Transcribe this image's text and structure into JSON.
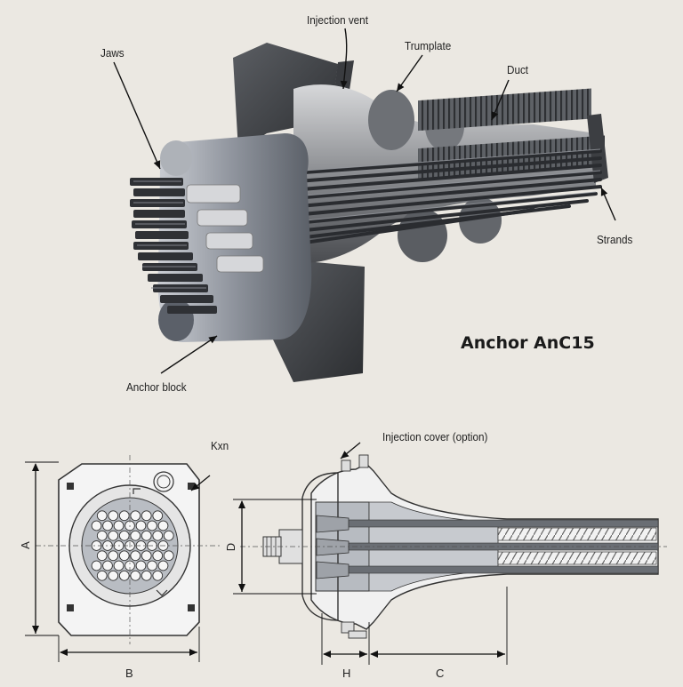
{
  "anchor": {
    "title": "Anchor AnC15",
    "callouts": {
      "jaws": "Jaws",
      "injection_vent": "Injection vent",
      "trumplate": "Trumplate",
      "duct": "Duct",
      "strands": "Strands",
      "anchor_block": "Anchor block"
    }
  },
  "drawing": {
    "injection_cover": "Injection cover (option)",
    "kxn": "Kxn",
    "dims": {
      "a": "A",
      "b": "B",
      "d": "D",
      "h": "H",
      "c": "C"
    }
  }
}
